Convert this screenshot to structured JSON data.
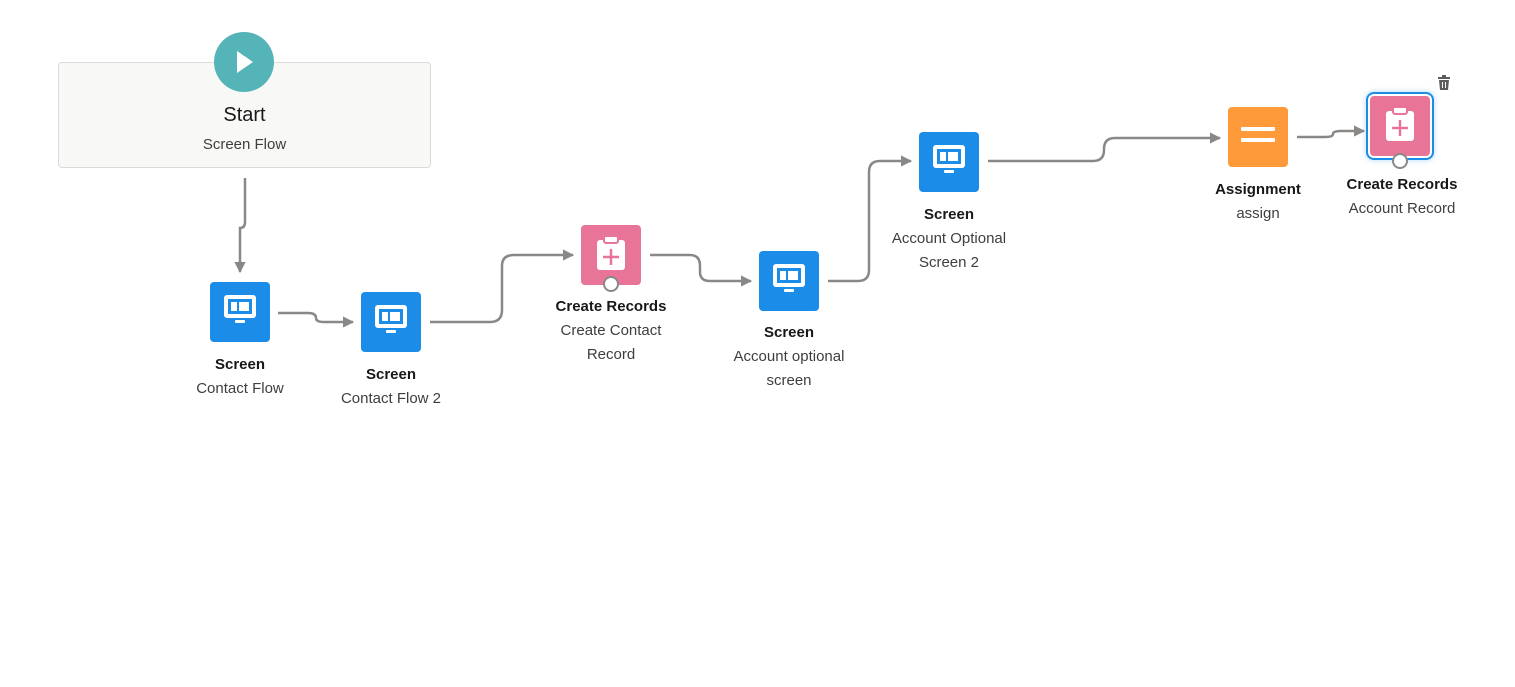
{
  "start": {
    "title": "Start",
    "subtitle": "Screen Flow"
  },
  "elements": [
    {
      "type": "Screen",
      "label": "Contact Flow"
    },
    {
      "type": "Screen",
      "label": "Contact Flow 2"
    },
    {
      "type": "Create Records",
      "label": "Create Contact Record"
    },
    {
      "type": "Screen",
      "label": "Account optional screen"
    },
    {
      "type": "Screen",
      "label": "Account Optional Screen 2"
    },
    {
      "type": "Assignment",
      "label": "assign"
    },
    {
      "type": "Create Records",
      "label": "Account Record"
    }
  ],
  "icons": {
    "start": "play-icon",
    "screen": "screen-icon",
    "create_records": "create-records-icon",
    "assignment": "assignment-icon",
    "delete": "trash-icon"
  },
  "colors": {
    "start": "#54b4b7",
    "screen": "#1b8ce8",
    "create_records": "#e87598",
    "assignment": "#fe9a39",
    "connector": "#8a8886",
    "selected": "#1b8ce8"
  }
}
